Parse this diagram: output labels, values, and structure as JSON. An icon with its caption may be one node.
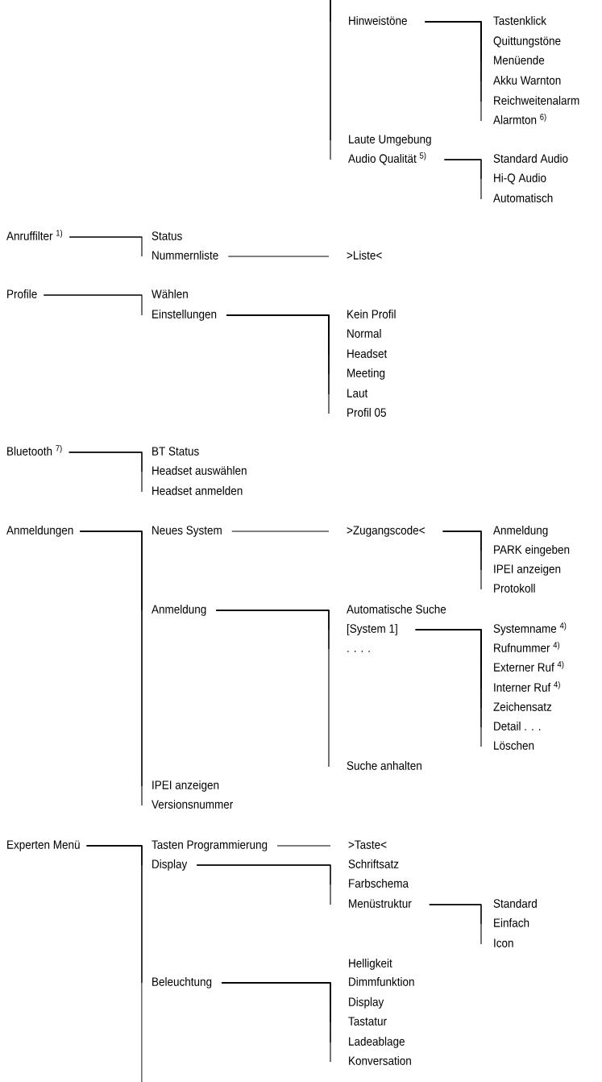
{
  "diagram": {
    "nodes": [
      {
        "text": [
          "Hinweistöne"
        ]
      },
      {
        "text": [
          "Tastenklick"
        ]
      },
      {
        "text": [
          "Quittungstöne"
        ]
      },
      {
        "text": [
          "Menüende"
        ]
      },
      {
        "text": [
          "Akku Warnton"
        ]
      },
      {
        "text": [
          "Reichweitenalarm"
        ]
      },
      {
        "text": [
          "Alarmton $^{6)}$"
        ]
      },
      {
        "text": [
          "Laute Umgebung"
        ]
      },
      {
        "text": [
          "Audio Qualität $^{5)}$"
        ]
      },
      {
        "text": [
          "Standard Audio"
        ]
      },
      {
        "text": [
          "Hi-Q Audio"
        ]
      },
      {
        "text": [
          "Automatisch"
        ]
      },
      {
        "text": [
          "Anruffilter $^{1)}$"
        ]
      },
      {
        "text": [
          "Status"
        ]
      },
      {
        "text": [
          "Nummernliste"
        ]
      },
      {
        "text": [
          ">Liste<"
        ]
      },
      {
        "text": [
          "Profile"
        ]
      },
      {
        "text": [
          "Wählen"
        ]
      },
      {
        "text": [
          "Einstellungen"
        ]
      },
      {
        "text": [
          "Kein Profil"
        ]
      },
      {
        "text": [
          "Normal"
        ]
      },
      {
        "text": [
          "Headset"
        ]
      },
      {
        "text": [
          "Meeting"
        ]
      },
      {
        "text": [
          "Laut"
        ]
      },
      {
        "text": [
          "Profil 05"
        ]
      },
      {
        "text": [
          "Bluetooth $^{7)}$"
        ]
      },
      {
        "text": [
          "BT Status"
        ]
      },
      {
        "text": [
          "Headset auswählen"
        ]
      },
      {
        "text": [
          "Headset anmelden"
        ]
      },
      {
        "text": [
          "Anmeldungen"
        ]
      },
      {
        "text": [
          "Neues System"
        ]
      },
      {
        "text": [
          ">Zugangscode<"
        ]
      },
      {
        "text": [
          "Anmeldung"
        ]
      },
      {
        "text": [
          "PARK eingeben"
        ]
      },
      {
        "text": [
          "IPEI anzeigen"
        ]
      },
      {
        "text": [
          "Protokoll"
        ]
      },
      {
        "text": [
          "Anmeldung"
        ]
      },
      {
        "text": [
          "Automatische Suche"
        ]
      },
      {
        "text": [
          "[System 1]"
        ]
      },
      {
        "text": [
          ". . . ."
        ]
      },
      {
        "text": [
          "Systemname $^{4)}$"
        ]
      },
      {
        "text": [
          "Rufnummer $^{4)}$"
        ]
      },
      {
        "text": [
          "Externer Ruf $^{4)}$"
        ]
      },
      {
        "text": [
          "Interner Ruf $^{4)}$"
        ]
      },
      {
        "text": [
          "Zeichensatz"
        ]
      },
      {
        "text": [
          "Detail . . ."
        ]
      },
      {
        "text": [
          "Löschen"
        ]
      },
      {
        "text": [
          "Suche anhalten"
        ]
      },
      {
        "text": [
          "IPEI anzeigen"
        ]
      },
      {
        "text": [
          "Versionsnummer"
        ]
      },
      {
        "text": [
          "Experten Menü"
        ]
      },
      {
        "text": [
          "Tasten Programmierung"
        ]
      },
      {
        "text": [
          ">Taste<"
        ]
      },
      {
        "text": [
          "Display"
        ]
      },
      {
        "text": [
          "Schriftsatz"
        ]
      },
      {
        "text": [
          "Farbschema"
        ]
      },
      {
        "text": [
          "Menüstruktur"
        ]
      },
      {
        "text": [
          "Standard"
        ]
      },
      {
        "text": [
          "Einfach"
        ]
      },
      {
        "text": [
          "Icon"
        ]
      },
      {
        "text": [
          "Beleuchtung"
        ]
      },
      {
        "text": [
          "Dimmfunktion"
        ]
      },
      {
        "text": [
          "Display"
        ]
      },
      {
        "text": [
          "Tastatur"
        ]
      },
      {
        "text": [
          "Ladeablage"
        ]
      },
      {
        "text": [
          "Konversation"
        ]
      }
    ],
    "edges": [
      {
        "from": null,
        "to": 0,
        "arrow": "none"
      },
      {
        "from": null,
        "to": 7,
        "arrow": "none"
      },
      {
        "from": null,
        "to": 8,
        "arrow": "none"
      },
      {
        "from": 0,
        "to": 1,
        "arrow": "none"
      },
      {
        "from": 0,
        "to": 2,
        "arrow": "none"
      },
      {
        "from": 0,
        "to": 3,
        "arrow": "none"
      },
      {
        "from": 0,
        "to": 4,
        "arrow": "none"
      },
      {
        "from": 0,
        "to": 5,
        "arrow": "none"
      },
      {
        "from": 0,
        "to": 6,
        "arrow": "none"
      },
      {
        "from": 8,
        "to": 9,
        "arrow": "none"
      },
      {
        "from": 8,
        "to": 10,
        "arrow": "none"
      },
      {
        "from": 8,
        "to": 11,
        "arrow": "none"
      },
      {
        "from": 12,
        "to": 13,
        "arrow": "none"
      },
      {
        "from": 12,
        "to": 14,
        "arrow": "none"
      },
      {
        "from": 14,
        "to": 15,
        "arrow": "none"
      },
      {
        "from": 16,
        "to": 17,
        "arrow": "none"
      },
      {
        "from": 16,
        "to": 18,
        "arrow": "none"
      },
      {
        "from": 18,
        "to": 19,
        "arrow": "none"
      },
      {
        "from": 18,
        "to": 20,
        "arrow": "none"
      },
      {
        "from": 18,
        "to": 21,
        "arrow": "none"
      },
      {
        "from": 18,
        "to": 22,
        "arrow": "none"
      },
      {
        "from": 18,
        "to": 23,
        "arrow": "none"
      },
      {
        "from": 18,
        "to": 24,
        "arrow": "none"
      },
      {
        "from": 25,
        "to": 26,
        "arrow": "none"
      },
      {
        "from": 25,
        "to": 27,
        "arrow": "none"
      },
      {
        "from": 25,
        "to": 28,
        "arrow": "none"
      },
      {
        "from": 29,
        "to": 30,
        "arrow": "none"
      },
      {
        "from": 29,
        "to": 36,
        "arrow": "none"
      },
      {
        "from": 29,
        "to": 48,
        "arrow": "none"
      },
      {
        "from": 29,
        "to": 49,
        "arrow": "none"
      },
      {
        "from": 30,
        "to": 31,
        "arrow": "none"
      },
      {
        "from": 31,
        "to": 32,
        "arrow": "none"
      },
      {
        "from": 31,
        "to": 33,
        "arrow": "none"
      },
      {
        "from": 31,
        "to": 34,
        "arrow": "none"
      },
      {
        "from": 31,
        "to": 35,
        "arrow": "none"
      },
      {
        "from": 36,
        "to": 37,
        "arrow": "none"
      },
      {
        "from": 36,
        "to": 38,
        "arrow": "none"
      },
      {
        "from": 36,
        "to": 39,
        "arrow": "none"
      },
      {
        "from": 36,
        "to": 47,
        "arrow": "none"
      },
      {
        "from": 38,
        "to": 40,
        "arrow": "none"
      },
      {
        "from": 38,
        "to": 41,
        "arrow": "none"
      },
      {
        "from": 38,
        "to": 42,
        "arrow": "none"
      },
      {
        "from": 38,
        "to": 43,
        "arrow": "none"
      },
      {
        "from": 38,
        "to": 44,
        "arrow": "none"
      },
      {
        "from": 38,
        "to": 45,
        "arrow": "none"
      },
      {
        "from": 38,
        "to": 46,
        "arrow": "none"
      },
      {
        "from": 50,
        "to": 51,
        "arrow": "none"
      },
      {
        "from": 50,
        "to": 53,
        "arrow": "none"
      },
      {
        "from": 50,
        "to": 60,
        "arrow": "none"
      },
      {
        "from": 50,
        "to": null,
        "arrow": "none"
      },
      {
        "from": 51,
        "to": 52,
        "arrow": "none"
      },
      {
        "from": 53,
        "to": 54,
        "arrow": "none"
      },
      {
        "from": 53,
        "to": 55,
        "arrow": "none"
      },
      {
        "from": 53,
        "to": 56,
        "arrow": "none"
      },
      {
        "from": 56,
        "to": 57,
        "arrow": "none"
      },
      {
        "from": 56,
        "to": 58,
        "arrow": "none"
      },
      {
        "from": 56,
        "to": 59,
        "arrow": "none"
      },
      {
        "from": 60,
        "to": 61,
        "arrow": "none"
      },
      {
        "from": 60,
        "to": 62,
        "arrow": "none"
      },
      {
        "from": 60,
        "to": 63,
        "arrow": "none"
      },
      {
        "from": 60,
        "to": 64,
        "arrow": "none"
      },
      {
        "from": 60,
        "to": 65,
        "arrow": "none"
      }
    ],
    "labels": [
      "Helligkeit"
    ]
  }
}
